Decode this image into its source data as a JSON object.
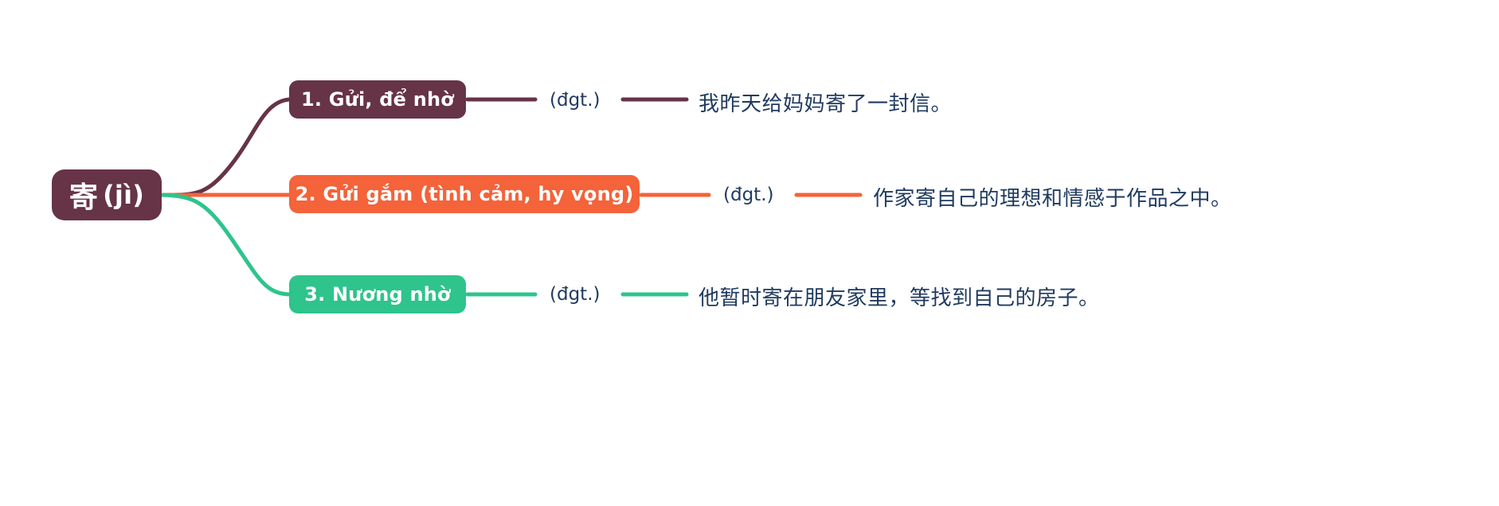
{
  "diagram": {
    "type": "mind-map",
    "title": "Chinese character meaning map",
    "background": "#ffffff",
    "root": {
      "hanzi": "寄",
      "pinyin": "(jì)",
      "color": "#663347"
    },
    "pos_label": "(đgt.)",
    "branches": [
      {
        "id": "branch-1",
        "label": "1. Gửi, để nhờ",
        "color": "#663347",
        "pos": "(đgt.)",
        "example": "我昨天给妈妈寄了一封信。"
      },
      {
        "id": "branch-2",
        "label": "2. Gửi gắm (tình cảm, hy vọng)",
        "color": "#F4633A",
        "pos": "(đgt.)",
        "example": "作家寄自己的理想和情感于作品之中。"
      },
      {
        "id": "branch-3",
        "label": "3. Nương nhờ",
        "color": "#2EC48C",
        "pos": "(đgt.)",
        "example": "他暂时寄在朋友家里，等找到自己的房子。"
      }
    ],
    "text_color": "#1F3A5F"
  }
}
